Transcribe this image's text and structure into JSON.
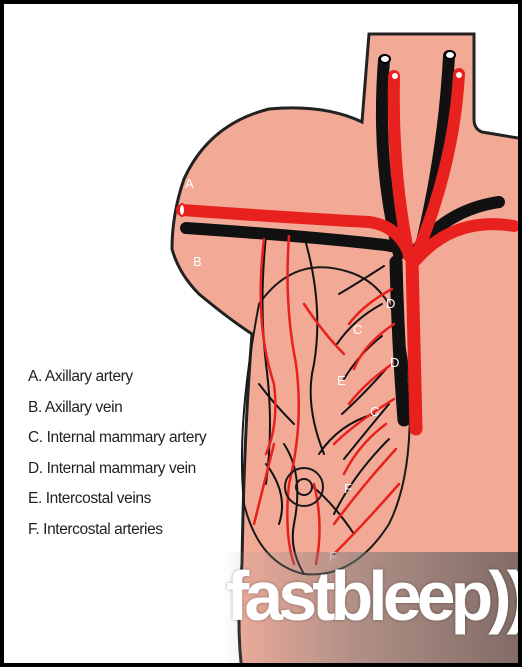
{
  "diagram": {
    "labels": {
      "A": "A",
      "B": "B",
      "C": "C",
      "D": "D",
      "E": "E",
      "F": "F"
    }
  },
  "legend": [
    "A. Axillary artery",
    "B. Axillary vein",
    "C. Internal mammary artery",
    "D. Internal mammary vein",
    "E. Intercostal veins",
    "F. Intercostal arteries"
  ],
  "logo": {
    "text": "fastbleep))"
  },
  "colors": {
    "skin": "#f2aa97",
    "artery": "#e8201e",
    "vein": "#111111",
    "outline": "#000000"
  }
}
